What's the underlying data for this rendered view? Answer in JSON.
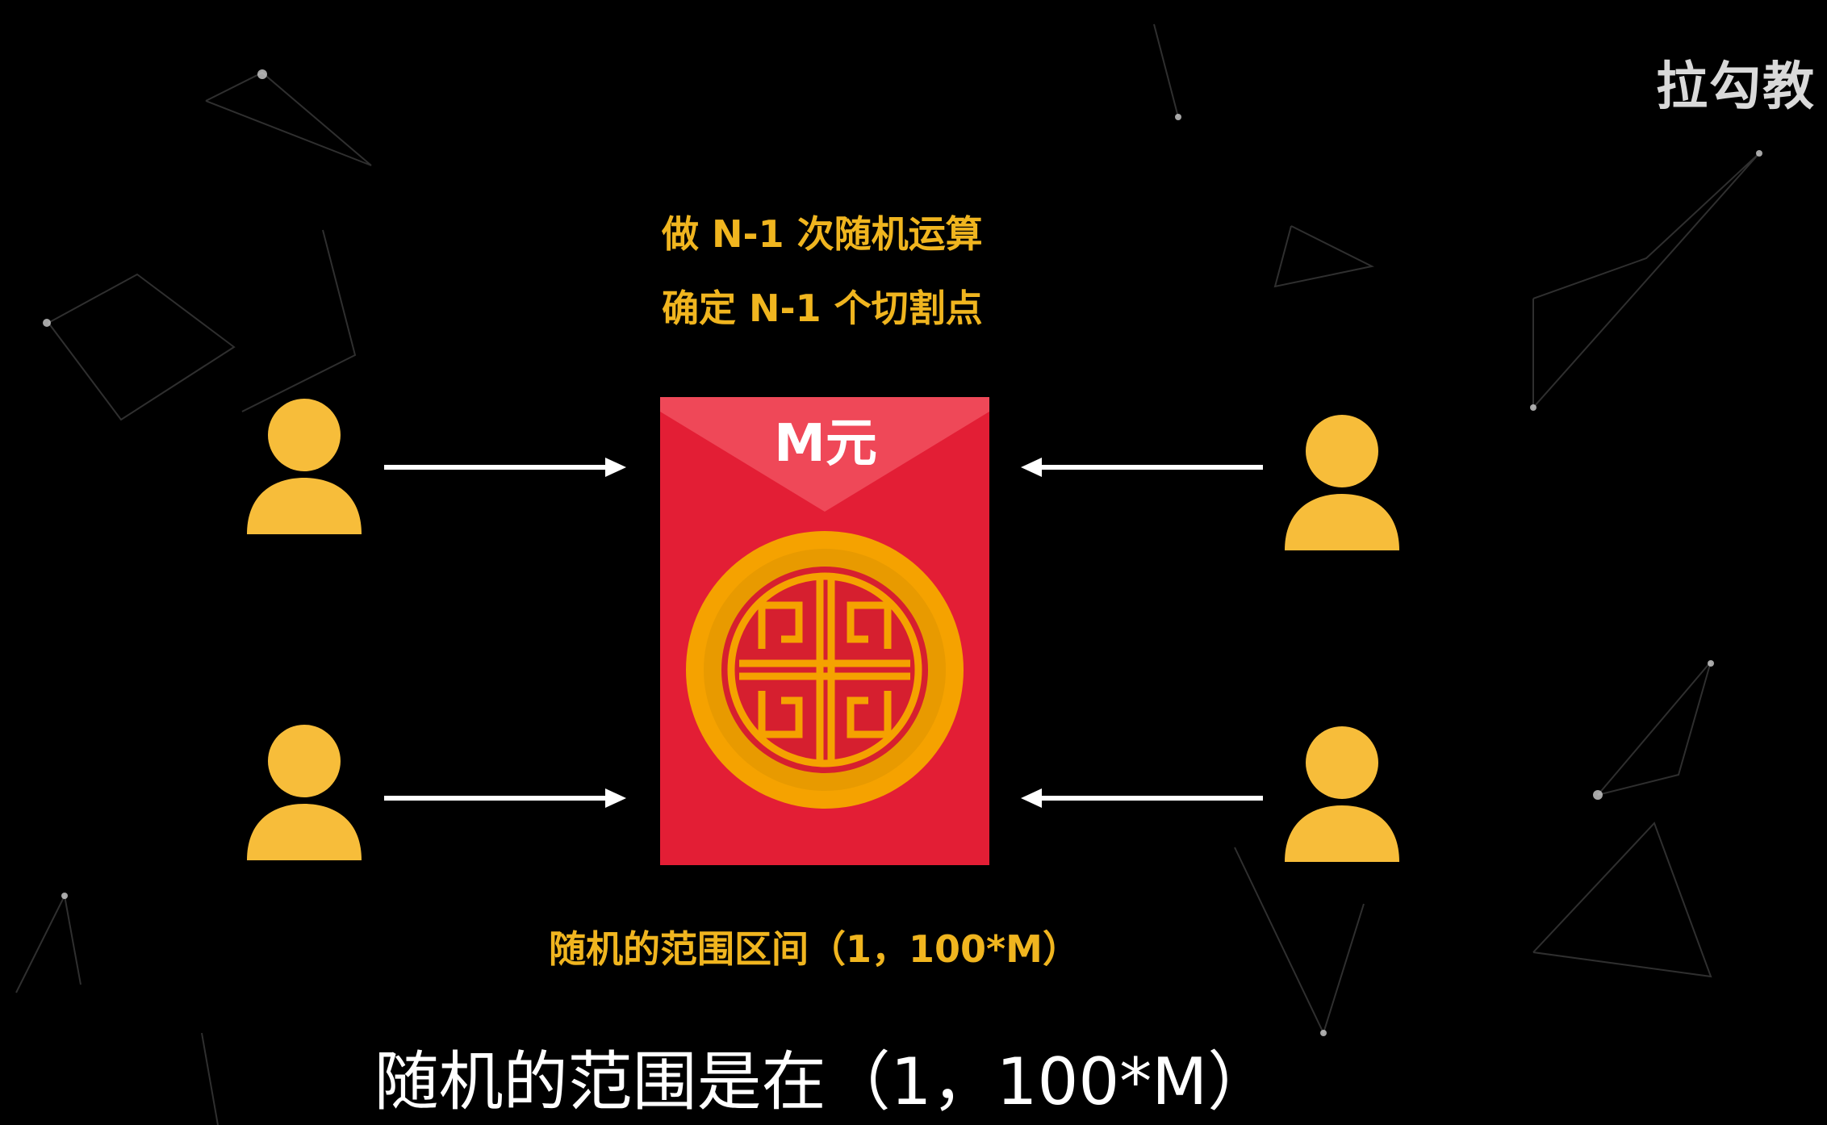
{
  "watermark": "拉勾教",
  "steps": {
    "line1": "做 N-1 次随机运算",
    "line2": "确定 N-1 个切割点"
  },
  "envelope": {
    "amount_label": "M元",
    "colors": {
      "body": "#e31e35",
      "flap": "#ef4858",
      "coin": "#f5a200",
      "coin_inner": "#d61f2f",
      "pattern": "#f5a200"
    }
  },
  "range_label": "随机的范围区间（1，100*M）",
  "subtitle": "随机的范围是在（1，100*M）",
  "users": [
    {
      "id": "top-left-user"
    },
    {
      "id": "bottom-left-user"
    },
    {
      "id": "top-right-user"
    },
    {
      "id": "bottom-right-user"
    }
  ],
  "colors": {
    "background": "#000000",
    "accent_text": "#f0b51f",
    "user": "#f7bd3a",
    "arrow": "#ffffff"
  }
}
